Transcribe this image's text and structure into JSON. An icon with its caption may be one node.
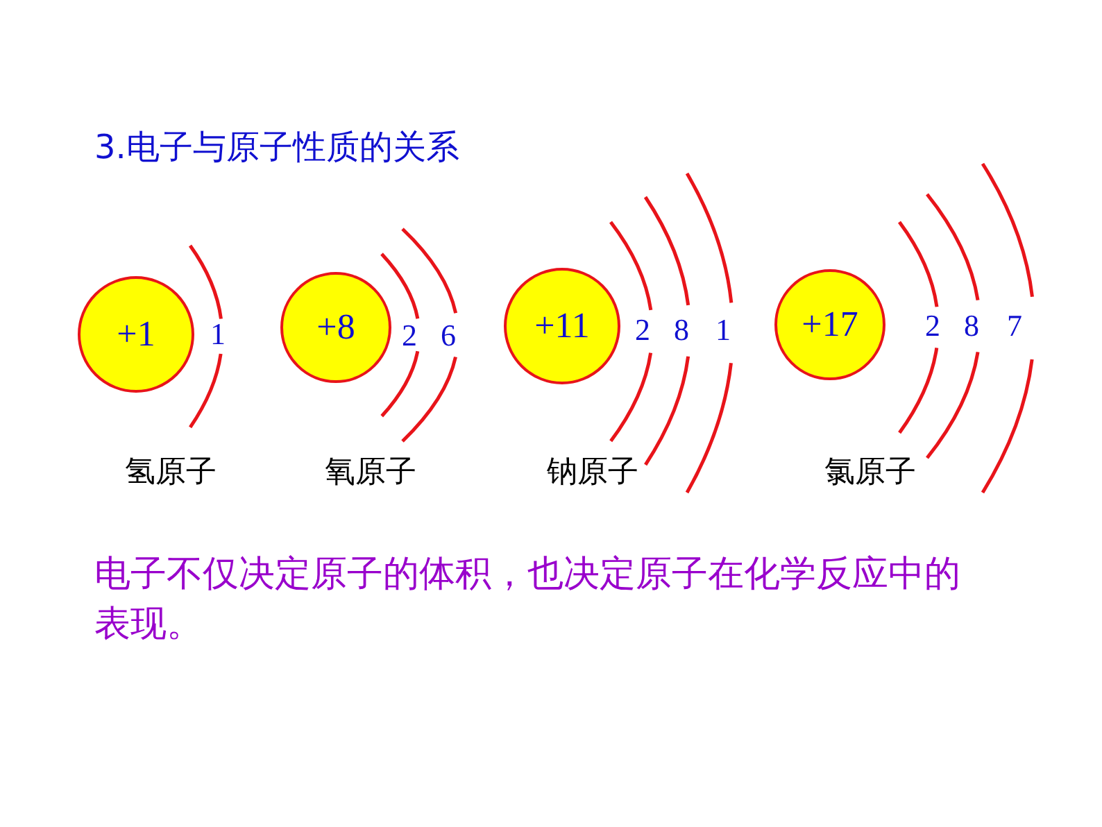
{
  "diagram": {
    "title": "3.电子与原子性质的关系",
    "nodes": [
      {
        "text": [
          "+1"
        ]
      },
      {
        "text": [
          "+8"
        ]
      },
      {
        "text": [
          "+11"
        ]
      },
      {
        "text": [
          "+17"
        ]
      }
    ],
    "labels": [
      "1",
      "2",
      "6",
      "2",
      "8",
      "1",
      "2",
      "8",
      "7",
      "氢原子",
      "氧原子",
      "钠原子",
      "氯原子"
    ],
    "caption": "电子不仅决定原子的体积，也决定原子在化学反应中的表现。"
  }
}
